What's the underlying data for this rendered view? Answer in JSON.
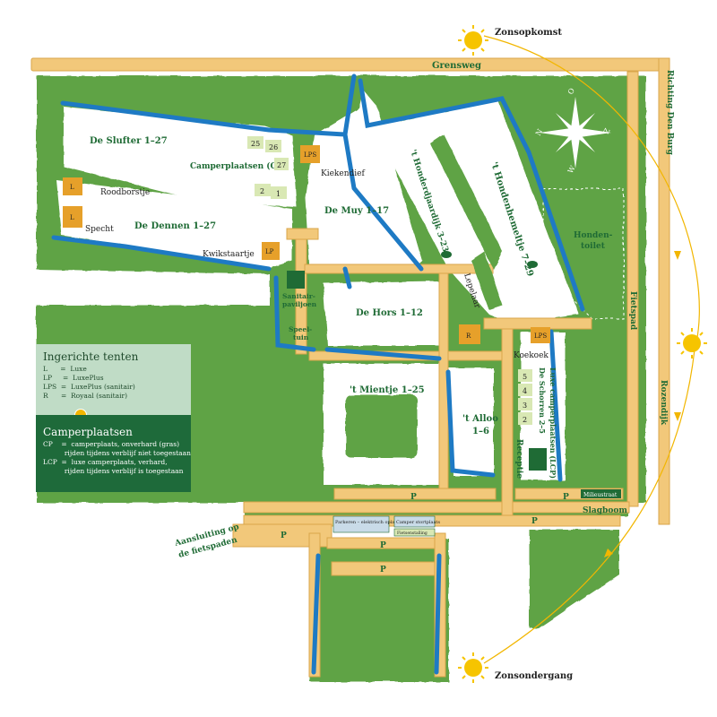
{
  "labels": {
    "sunrise": "Zonsopkomst",
    "sunset": "Zonsondergang",
    "road_north": "Grensweg",
    "road_east": "Richting Den Burg",
    "road_rozendijk": "Rozendijk",
    "fietspad": "Fietspad",
    "slagboom": "Slagboom",
    "milieustraat": "Milieustraat",
    "aansluiting_line1": "Aansluiting op",
    "aansluiting_line2": "de fietspaden",
    "de_slufter": "De Slufter 1–27",
    "camperplaatsen": "Camperplaatsen (CP)",
    "de_dennen": "De Dennen 1–27",
    "de_muy": "De Muy 1–17",
    "de_hors": "De Hors 1–12",
    "mientje": "'t Mientje 1–25",
    "alloo_line1": "'t Alloo",
    "alloo_line2": "1–6",
    "honderdjaardijk": "'t Honderdjaardijk 3–23",
    "hondenhemeltje": "'t Hondenhemeltje 7–29",
    "hondentoilet_line1": "Honden-",
    "hondentoilet_line2": "toilet",
    "sanitair_line1": "Sanitair-",
    "sanitair_line2": "paviljoen",
    "speeltuin_line1": "Speel-",
    "speeltuin_line2": "tuin",
    "receptie": "Receptie",
    "luxe_line1": "Luxe camperplaatsen (LCP)",
    "luxe_line2": "De Schorren 2–5",
    "lepelaar": "Lepelaar",
    "koekoek": "Koekoek",
    "kiekendief": "Kiekendief",
    "roodborstje": "Roodborstje",
    "specht": "Specht",
    "kwikstaartje": "Kwikstaartje",
    "parkeren": "Parkeren – elektrisch oplaadpunt",
    "camper_stortplaats": "Camper stortplaats",
    "fietsenstalling": "Fietsenstalling",
    "parking": "P"
  },
  "compass": {
    "n": "N",
    "o": "O",
    "z": "Z",
    "w": "W"
  },
  "tent_badges": {
    "L": "L",
    "LP": "LP",
    "LPS": "LPS",
    "R": "R"
  },
  "camper_numbers": {
    "cp": [
      "25",
      "26",
      "27",
      "2",
      "1"
    ],
    "lcp": [
      "5",
      "4",
      "3",
      "2"
    ]
  },
  "legend_tents": {
    "title": "Ingerichte tenten",
    "rows": [
      "L      =  Luxe",
      "LP     =  LuxePlus",
      "LPS  =  LuxePlus (sanitair)",
      "R      =  Royaal (sanitair)"
    ]
  },
  "legend_camper": {
    "title": "Camperplaatsen",
    "rows": [
      "CP    =  camperplaats, onverhard (gras)",
      "          rijden tijdens verblijf niet toegestaan",
      "LCP  =  luxe camperplaats, verhard,",
      "          rijden tijdens verblijf is toegestaan"
    ]
  },
  "colors": {
    "grass": "#5ea344",
    "grass_light": "#8cc26a",
    "road": "#f2c87a",
    "road_edge": "#d9a64b",
    "water": "#1e7ac4",
    "dark_green": "#1f6b35",
    "sun": "#f6c400"
  }
}
